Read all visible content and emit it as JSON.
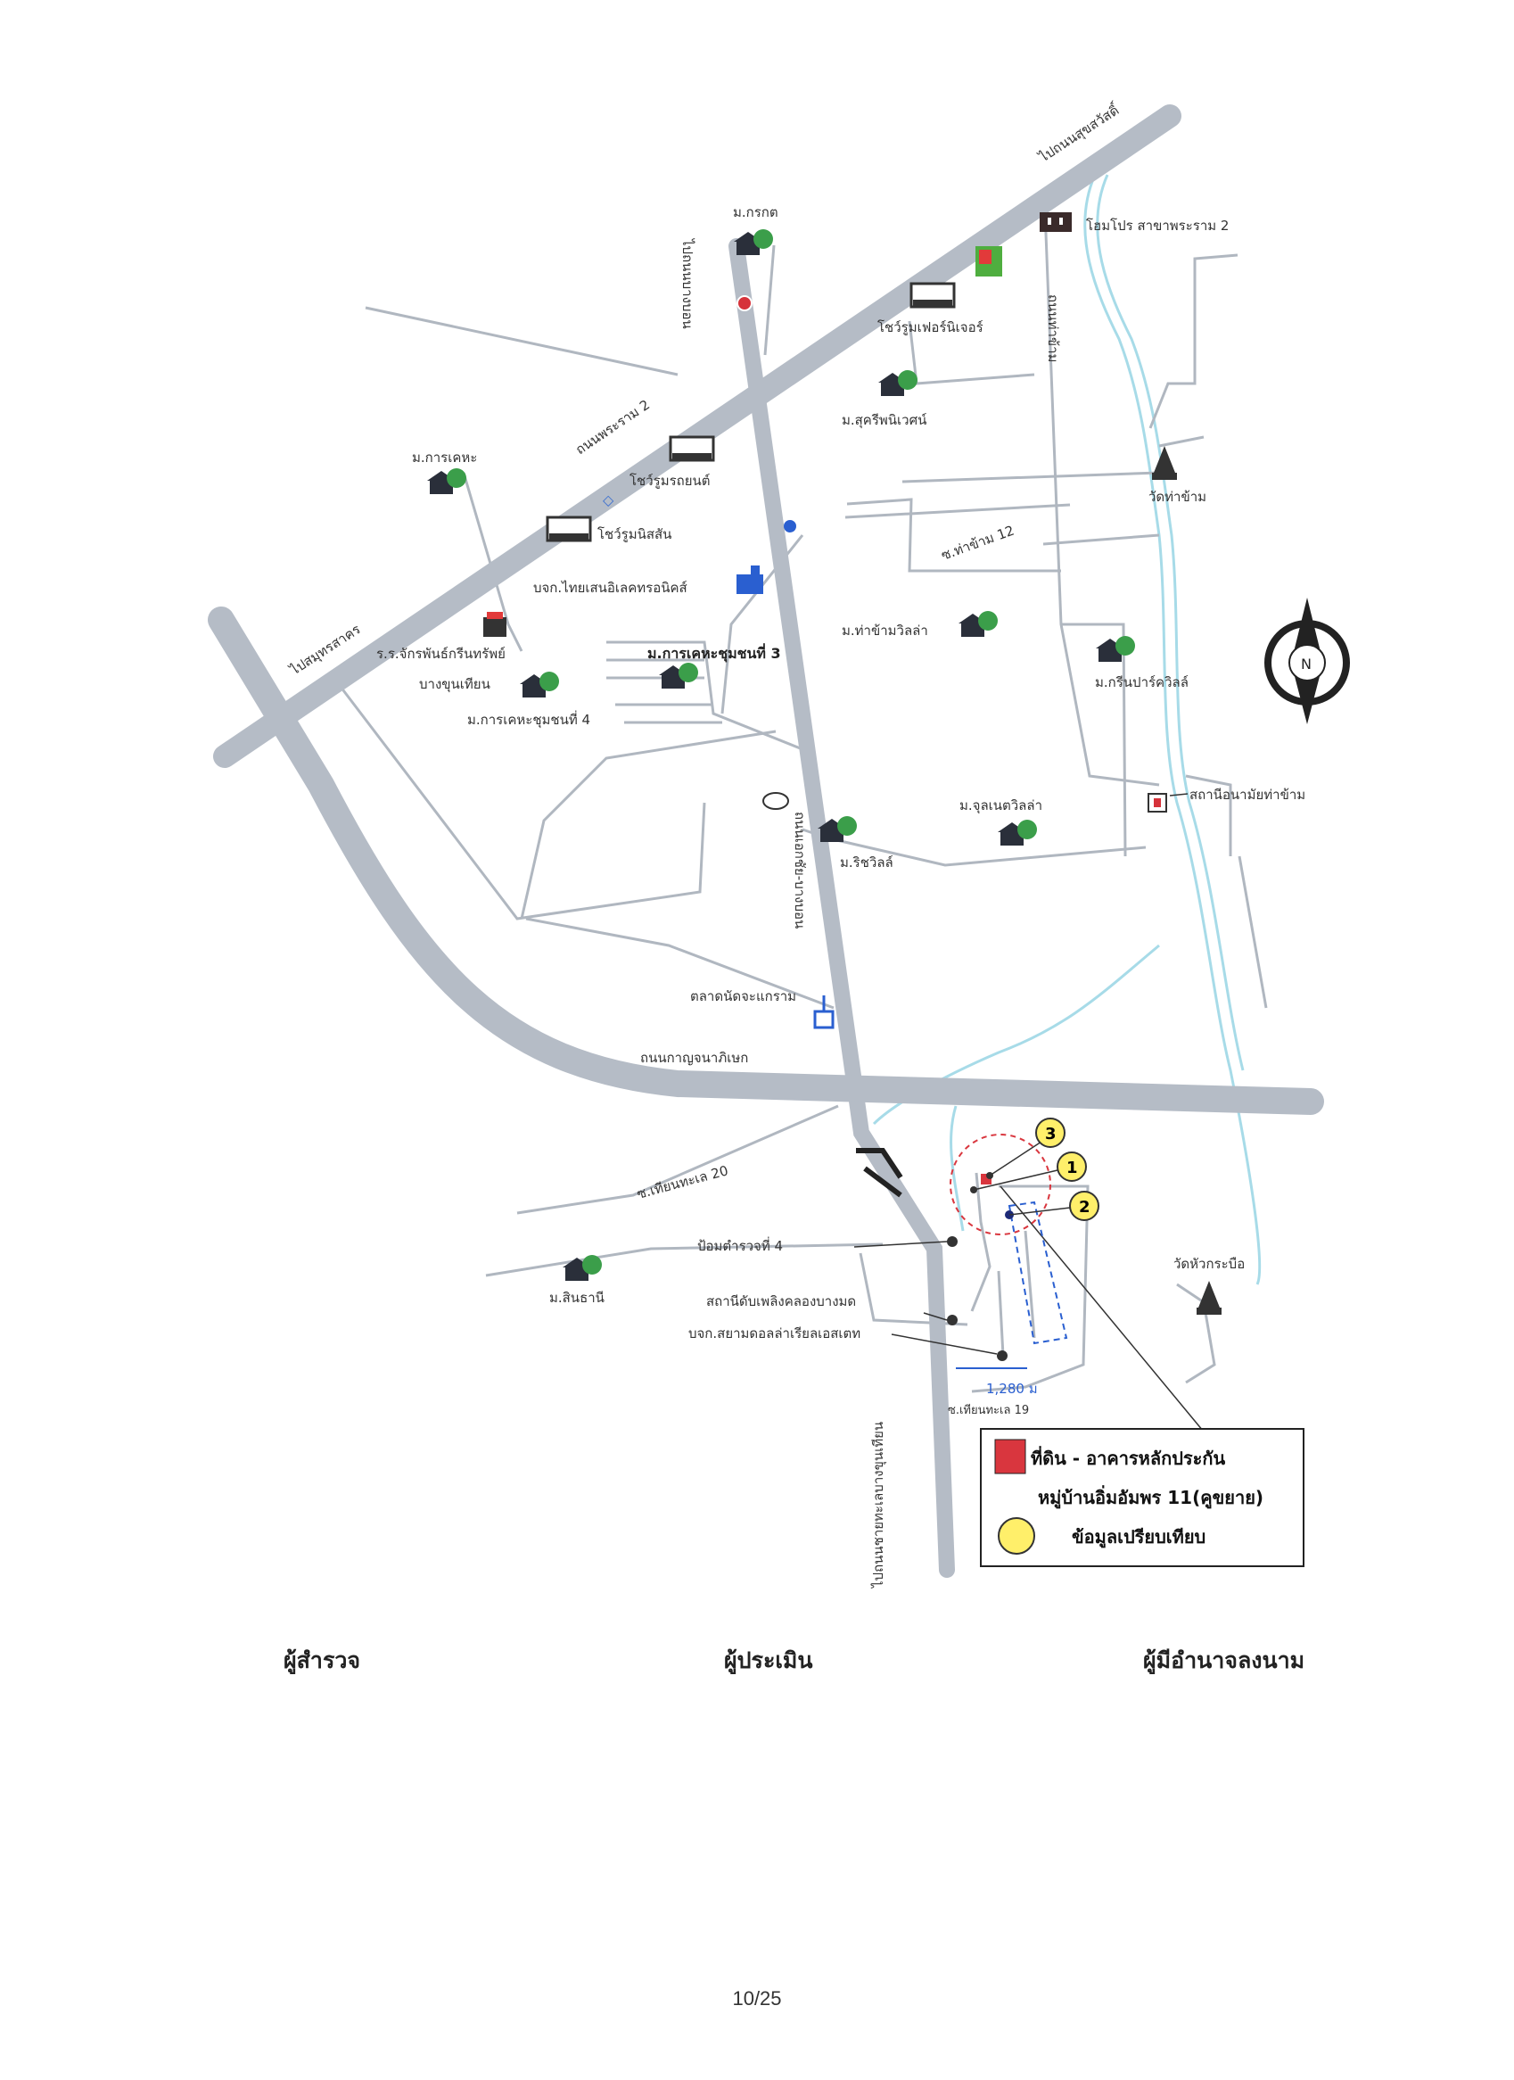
{
  "map": {
    "roads": {
      "to_suksawat": "ไปถนนสุขสวัสดิ์",
      "to_samut_sakhon": "ไปสมุทรสาคร",
      "rama2": "ถนนพระราม 2",
      "to_bangbon": "ไปถนนบางบอน",
      "bangbon_road": "ถนนเอกชัย-บางบอน",
      "kanchanaphisek": "ถนนกาญจนาภิเษก",
      "tha_kham_road": "ถนนท่าข้าม",
      "soi_tha_kham_12": "ซ.ท่าข้าม 12",
      "soi_thian_thale_20": "ซ.เทียนทะเล 20",
      "soi_thian_thale_19": "ซ.เทียนทะเล 19",
      "to_bang_khun_thian": "ไปถนนชายทะเลบางขุนเทียน"
    },
    "places": {
      "mb_korakot": "ม.กรกต",
      "home_pro": "โฮมโปร สาขาพระราม 2",
      "showroom_top": "โชว์รูมเฟอร์นิเจอร์",
      "mb_sukniwet": "ม.สุครีพนิเวศน์",
      "mb_kanchana": "ม.การเคหะ",
      "showroom_mid": "โชว์รูมรถยนต์",
      "showroom_low": "โชว์รูมนิสสัน",
      "wat_tha_kham": "วัดท่าข้าม",
      "company_electronics": "บจก.ไทยเสนอิเลคทรอนิคส์",
      "mb_tha_kham_villa": "ม.ท่าข้ามวิลล่า",
      "school": "ร.ร.จักรพันธ์กรีนทรัพย์",
      "mb_kanchana3": "ม.การเคหะชุมชนที่ 3",
      "bang_khun_thian": "บางขุนเทียน",
      "mb_kanchana4": "ม.การเคหะชุมชนที่ 4",
      "mb_greenpark": "ม.กรีนปาร์ควิลล์",
      "health_center": "สถานีอนามัยท่าข้าม",
      "mb_julanet": "ม.จุลเนตวิลล่า",
      "mb_richville": "ม.ริชวิลล์",
      "market": "ตลาดนัดจะแกราม",
      "police_box": "ป้อมตำรวจที่ 4",
      "mb_sinthani": "ม.สินธานี",
      "fire_station": "สถานีดับเพลิงคลองบางมด",
      "company_bottom": "บจก.สยามดอลล่าเรียลเอสเตท",
      "wat_hua_krabue": "วัดหัวกระบือ"
    },
    "distance": "1,280 ม",
    "markers": [
      "1",
      "2",
      "3"
    ],
    "north": "N"
  },
  "legend": {
    "collateral": "ที่ดิน - อาคารหลักประกัน",
    "village": "หมู่บ้านอิ่มอัมพร 11(คูขยาย)",
    "comparison": "ข้อมูลเปรียบเทียบ"
  },
  "signatures": {
    "surveyor": "ผู้สำรวจ",
    "appraiser": "ผู้ประเมิน",
    "signatory": "ผู้มีอำนาจลงนาม"
  },
  "page_number": "10/25",
  "colors": {
    "road": "#b5bcc6",
    "canal": "#a7dbe8",
    "small_road": "#b0b7c0",
    "marker_fill": "#ffef6a",
    "collateral": "#d9363e",
    "building": "#1d2a78"
  }
}
